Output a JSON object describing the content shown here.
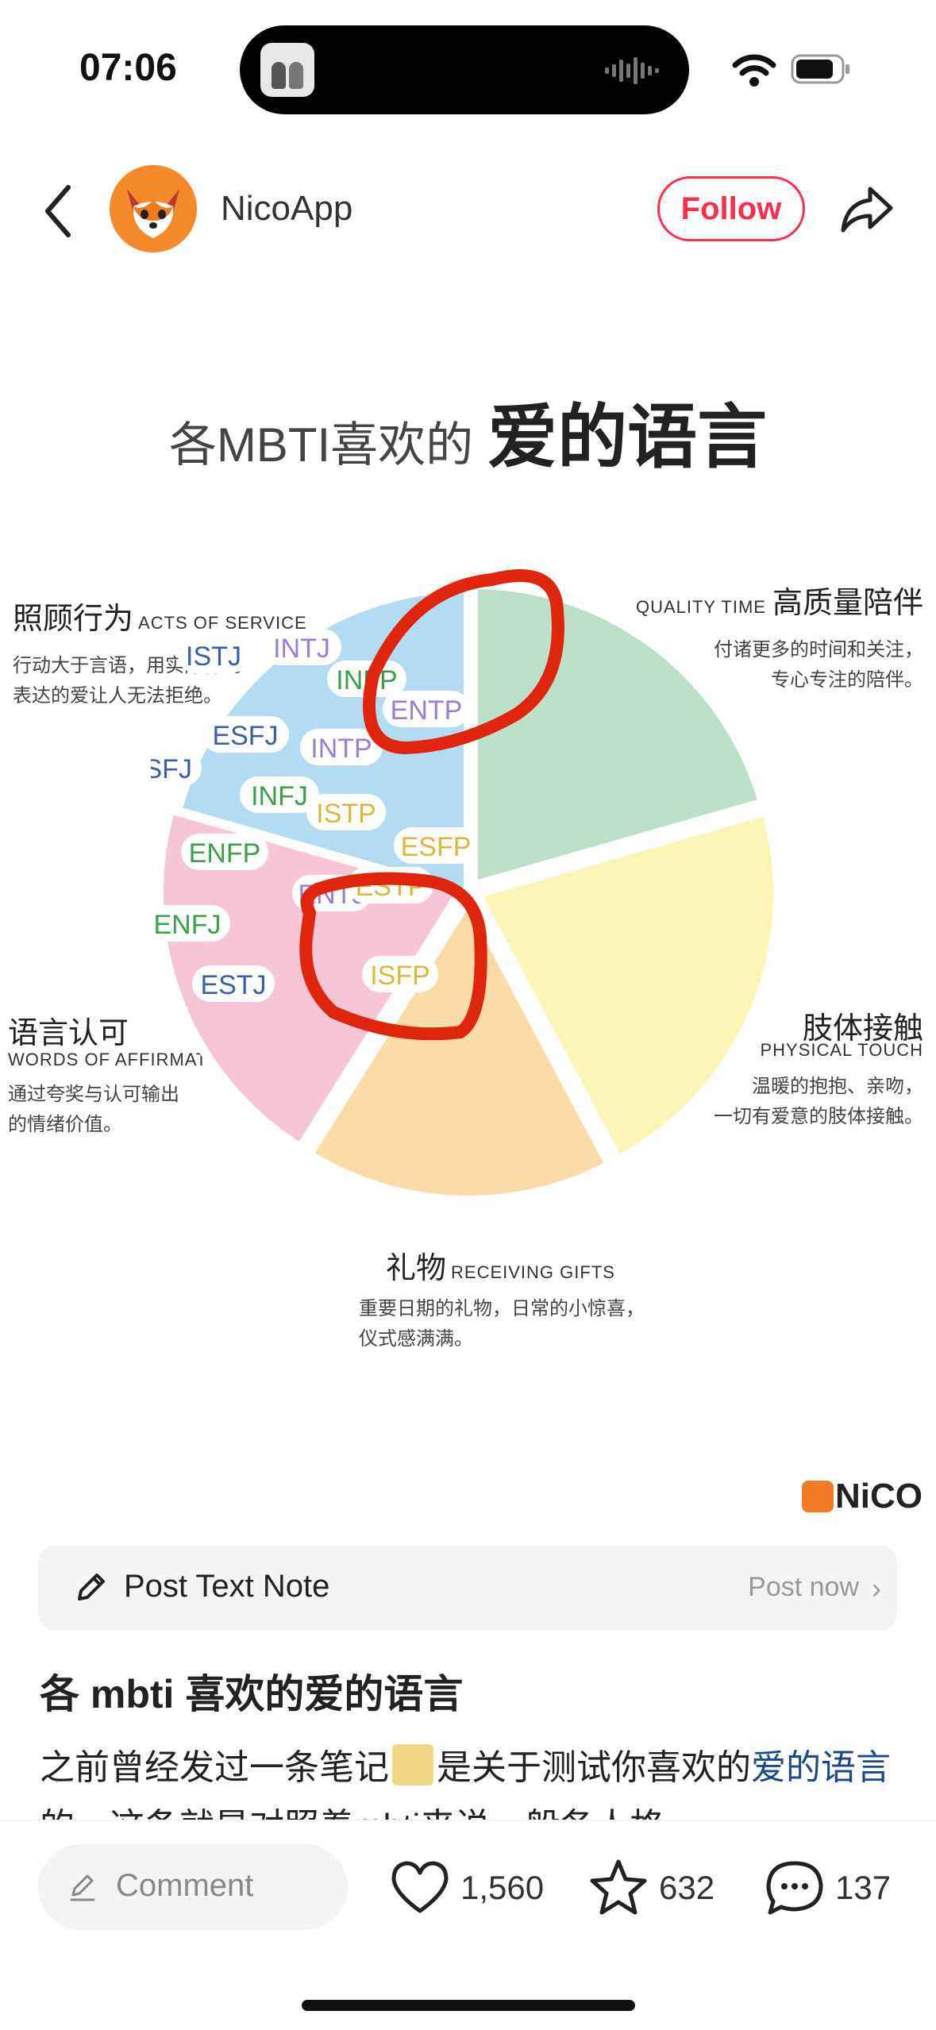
{
  "status": {
    "time": "07:06"
  },
  "header": {
    "account_name": "NicoApp",
    "follow_label": "Follow"
  },
  "graphic": {
    "title_light": "各MBTI喜欢的",
    "title_bold": "爱的语言",
    "sections": {
      "service": {
        "zh": "照顾行为",
        "en": "ACTS OF SERVICE",
        "desc1": "行动大于言语，用实际行动",
        "desc2": "表达的爱让人无法拒绝。"
      },
      "quality": {
        "zh": "高质量陪伴",
        "en": "QUALITY TIME",
        "desc1": "付诸更多的时间和关注，",
        "desc2": "专心专注的陪伴。"
      },
      "words": {
        "zh": "语言认可",
        "en": "WORDS OF AFFIRMATION",
        "desc1": "通过夸奖与认可输出",
        "desc2": "的情绪价值。"
      },
      "touch": {
        "zh": "肢体接触",
        "en": "PHYSICAL TOUCH",
        "desc1": "温暖的抱抱、亲吻，",
        "desc2": "一切有爱意的肢体接触。"
      },
      "gifts": {
        "zh": "礼物",
        "en": "RECEIVING GIFTS",
        "desc1": "重要日期的礼物，日常的小惊喜，",
        "desc2": "仪式感满满。"
      }
    },
    "types": {
      "intj": "INTJ",
      "istj": "ISTJ",
      "infp": "INFP",
      "entp": "ENTP",
      "esfj": "ESFJ",
      "intp": "INTP",
      "isfj": "ISFJ",
      "infj": "INFJ",
      "istp": "ISTP",
      "esfp": "ESFP",
      "enfp": "ENFP",
      "entj": "ENTJ",
      "estp": "ESTP",
      "enfj": "ENFJ",
      "isfp": "ISFP",
      "estj": "ESTJ"
    },
    "logo_text": "NiCO",
    "colors": {
      "service": "#b3dcf2",
      "quality": "#bde0c8",
      "words": "#f6c6d6",
      "touch": "#fdf4b8",
      "gifts": "#fbdba8",
      "annotation": "#e0250f"
    }
  },
  "note_bar": {
    "label": "Post Text Note",
    "action": "Post now"
  },
  "post": {
    "title": "各 mbti 喜欢的爱的语言",
    "body_part1": "之前曾经发过一条笔记",
    "body_part2": "是关于测试你喜欢的",
    "body_highlight": "爱的语言",
    "body_part3": "的，这条就是对照着mbti来说一般各人格"
  },
  "bottom_bar": {
    "comment_placeholder": "Comment",
    "likes": "1,560",
    "favorites": "632",
    "comments": "137"
  }
}
